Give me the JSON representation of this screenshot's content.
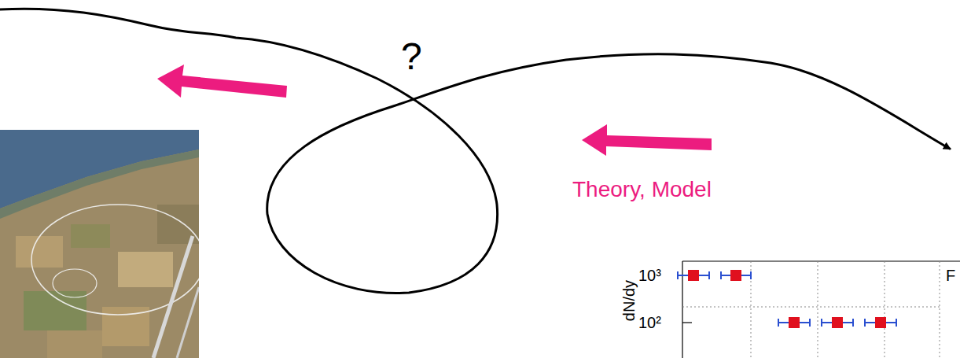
{
  "diagram": {
    "labels": [
      "?",
      "Theory, Model",
      "dN/dy",
      "10³",
      "10²",
      "F"
    ]
  }
}
